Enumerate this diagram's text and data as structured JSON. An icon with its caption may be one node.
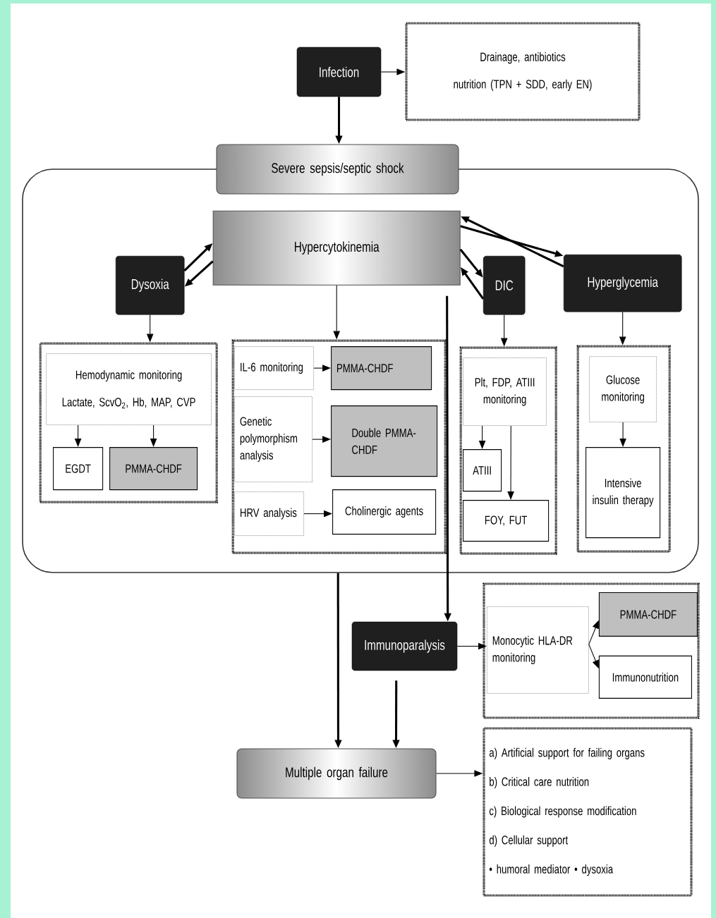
{
  "diagram": {
    "nodes": [
      {
        "text": [
          "Infection"
        ]
      },
      {
        "text": [
          "Drainage, antibiotics",
          "nutrition (TPN + SDD, early EN)"
        ]
      },
      {
        "text": [
          "Severe sepsis/septic shock"
        ]
      },
      {
        "text": [],
        "shape": "box"
      },
      {
        "text": [
          "Hypercytokinemia"
        ],
        "in": 3
      },
      {
        "text": [
          "Dysoxia"
        ],
        "in": 3
      },
      {
        "text": [
          "DIC"
        ],
        "in": 3
      },
      {
        "text": [
          "Hyperglycemia"
        ],
        "in": 3
      },
      {
        "text": [],
        "shape": "box",
        "in": 3
      },
      {
        "text": [
          "Hemodynamic monitoring",
          "Lactate, ScvO$_{2}$, Hb, MAP, CVP"
        ],
        "in": 8
      },
      {
        "text": [
          "EGDT"
        ],
        "in": 8
      },
      {
        "text": [
          "PMMA-CHDF"
        ],
        "in": 8
      },
      {
        "text": [],
        "shape": "box",
        "in": 3
      },
      {
        "text": [
          "IL-6 monitoring"
        ],
        "in": 12
      },
      {
        "text": [
          "PMMA-CHDF"
        ],
        "in": 12
      },
      {
        "text": [
          "Genetic polymorphism analysis"
        ],
        "in": 12
      },
      {
        "text": [
          "Double PMMA-CHDF"
        ],
        "in": 12
      },
      {
        "text": [
          "HRV analysis"
        ],
        "in": 12
      },
      {
        "text": [
          "Cholinergic agents"
        ],
        "in": 12
      },
      {
        "text": [],
        "shape": "box",
        "in": 3
      },
      {
        "text": [
          "Plt, FDP, ATIII monitoring"
        ],
        "in": 19
      },
      {
        "text": [
          "ATIII"
        ],
        "in": 19
      },
      {
        "text": [
          "FOY, FUT"
        ],
        "in": 19
      },
      {
        "text": [],
        "shape": "box",
        "in": 3
      },
      {
        "text": [
          "Glucose monitoring"
        ],
        "in": 23
      },
      {
        "text": [
          "Intensive insulin therapy"
        ],
        "in": 23
      },
      {
        "text": [
          "Immunoparalysis"
        ]
      },
      {
        "text": [],
        "shape": "box"
      },
      {
        "text": [
          "Monocytic HLA-DR monitoring"
        ],
        "in": 27
      },
      {
        "text": [
          "PMMA-CHDF"
        ],
        "in": 27
      },
      {
        "text": [
          "Immunonutrition"
        ],
        "in": 27
      },
      {
        "text": [
          "Multiple organ failure"
        ]
      },
      {
        "text": [
          "a) Artificial support for failing organs",
          "b) Critical care nutrition",
          "c) Biological response modification",
          "d) Cellular support",
          "• humoral mediator • dysoxia"
        ]
      }
    ],
    "edges": [
      {
        "from": 0,
        "to": 1,
        "arrow": "to"
      },
      {
        "from": 0,
        "to": 2,
        "arrow": "to",
        "style": "thick"
      },
      {
        "from": 4,
        "to": 5,
        "arrow": "to",
        "style": "thick"
      },
      {
        "from": 5,
        "to": 4,
        "arrow": "to",
        "style": "thick"
      },
      {
        "from": 4,
        "to": 6,
        "arrow": "to",
        "style": "thick"
      },
      {
        "from": 6,
        "to": 4,
        "arrow": "to",
        "style": "thick"
      },
      {
        "from": 4,
        "to": 7,
        "arrow": "to",
        "style": "thick"
      },
      {
        "from": 7,
        "to": 4,
        "arrow": "to",
        "style": "thick"
      },
      {
        "from": 5,
        "to": 8,
        "arrow": "to"
      },
      {
        "from": 4,
        "to": 12,
        "arrow": "to"
      },
      {
        "from": 6,
        "to": 19,
        "arrow": "to"
      },
      {
        "from": 7,
        "to": 23,
        "arrow": "to"
      },
      {
        "from": 9,
        "to": 10,
        "arrow": "to"
      },
      {
        "from": 9,
        "to": 11,
        "arrow": "to"
      },
      {
        "from": 13,
        "to": 14,
        "arrow": "to"
      },
      {
        "from": 15,
        "to": 16,
        "arrow": "to"
      },
      {
        "from": 17,
        "to": 18,
        "arrow": "to"
      },
      {
        "from": 20,
        "to": 21,
        "arrow": "to"
      },
      {
        "from": 20,
        "to": 22,
        "arrow": "to"
      },
      {
        "from": 24,
        "to": 25,
        "arrow": "to"
      },
      {
        "from": 4,
        "to": 26,
        "arrow": "to",
        "style": "thick"
      },
      {
        "from": 26,
        "to": 28,
        "arrow": "to"
      },
      {
        "from": 28,
        "to": 29,
        "arrow": "to"
      },
      {
        "from": 28,
        "to": 30,
        "arrow": "to"
      },
      {
        "from": 3,
        "to": 31,
        "arrow": "to",
        "style": "thick"
      },
      {
        "from": 26,
        "to": 31,
        "arrow": "to",
        "style": "thick"
      },
      {
        "from": 31,
        "to": 32,
        "arrow": "to"
      }
    ]
  }
}
